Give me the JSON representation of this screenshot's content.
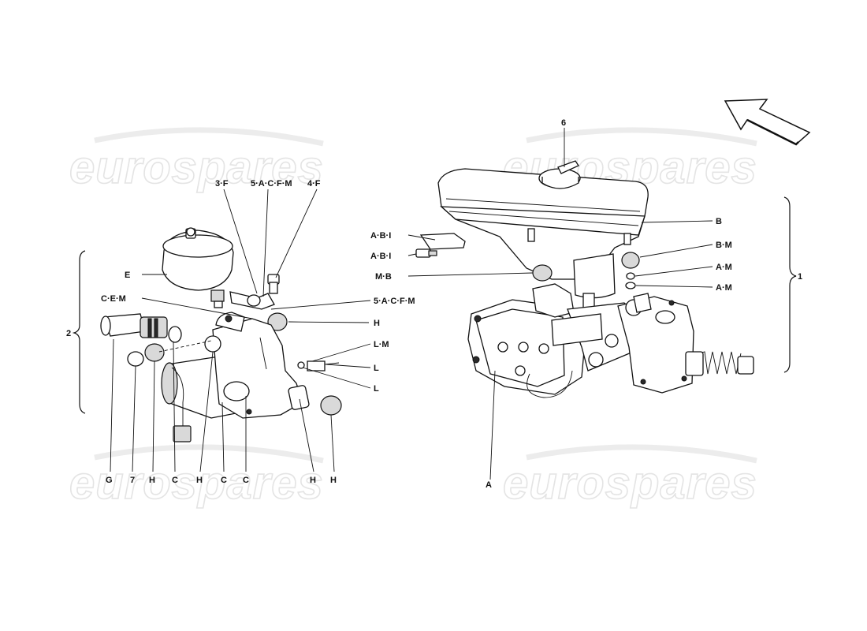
{
  "watermark": {
    "text": "eurospares"
  },
  "groups": [
    {
      "id": "group-1",
      "number": "1"
    },
    {
      "id": "group-2",
      "number": "2"
    }
  ],
  "left_assembly": {
    "top_labels": [
      "3·F",
      "5·A·C·F·M",
      "4·F"
    ],
    "side_labels": [
      "E",
      "C·E·M",
      "5·A·C·F·M",
      "H",
      "L·M",
      "L",
      "L"
    ],
    "bottom_labels": [
      "G",
      "7",
      "H",
      "C",
      "H",
      "C",
      "C",
      "H",
      "H"
    ]
  },
  "right_assembly": {
    "top_label": "6",
    "side_labels": [
      "A·B·I",
      "A·B·I",
      "M·B",
      "B",
      "B·M",
      "A·M",
      "A·M"
    ],
    "bottom_label": "A"
  }
}
